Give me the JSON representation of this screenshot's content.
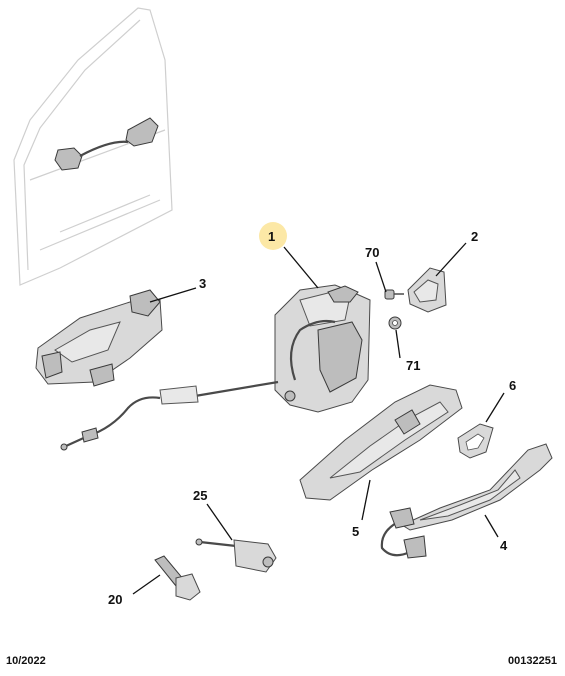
{
  "callouts": {
    "c1": "1",
    "c2": "2",
    "c3": "3",
    "c4": "4",
    "c5": "5",
    "c6": "6",
    "c20": "20",
    "c25": "25",
    "c70": "70",
    "c71": "71"
  },
  "footer": {
    "date": "10/2022",
    "reference": "00132251"
  },
  "colors": {
    "highlight_badge": "#fce8a6",
    "part_fill": "#d9d9d9",
    "outline": "#4a4a4a"
  }
}
